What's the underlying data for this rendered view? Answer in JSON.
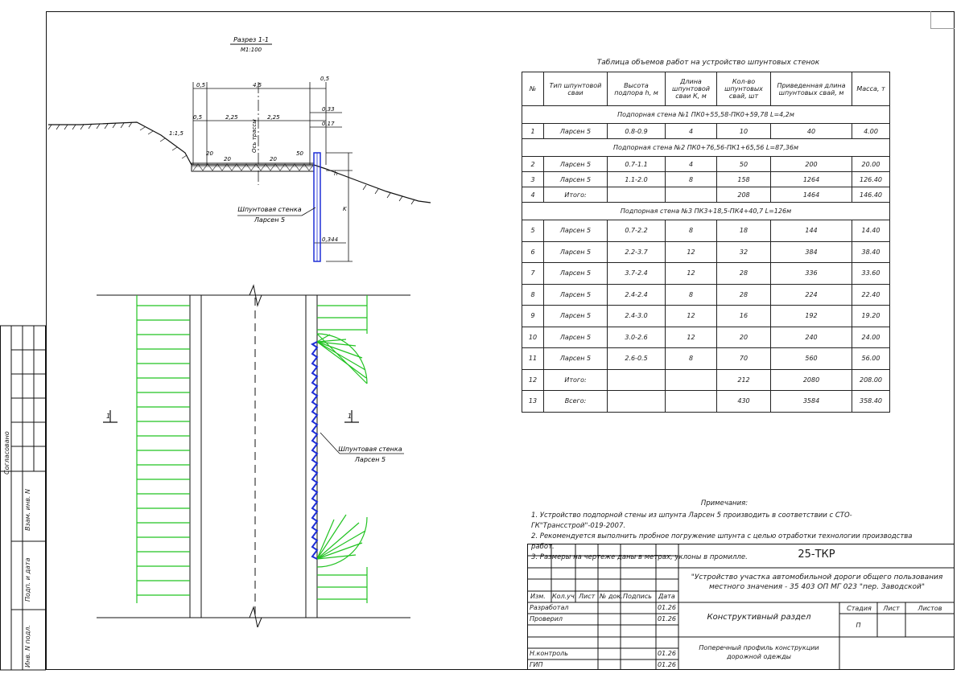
{
  "section": {
    "title": "Разрез 1-1",
    "scale": "М1:100",
    "dims": {
      "top_left": "0,5",
      "total": "4,5",
      "top_right": "0,5",
      "second_left": "0,5",
      "half_left": "2,25",
      "half_right": "2,25",
      "r1": "0,33",
      "r2": "0,17",
      "slope": "1:1,5",
      "s1": "20",
      "s2": "20",
      "s3": "20",
      "s4": "50",
      "h": "h",
      "k": "K",
      "tip": "0,344"
    },
    "axis_label": "Ось трассы",
    "wall_label_1": "Шпунтовая стенка",
    "wall_label_2": "Ларсен 5"
  },
  "plan": {
    "marker_left": "1",
    "marker_right": "1",
    "wall_label_1": "Шпунтовая стенка",
    "wall_label_2": "Ларсен 5"
  },
  "table": {
    "title": "Таблица объемов работ на устройство шпунтовых стенок",
    "headers": [
      "№",
      "Тип шпунтовой сваи",
      "Высота подпора h, м",
      "Длина шпунтовой сваи К, м",
      "Кол-во шпунтовых свай, шт",
      "Приведенная длина шпунтовых свай, м",
      "Масса, т"
    ],
    "groups": [
      {
        "caption": "Подпорная стена №1 ПК0+55,58-ПК0+59,78 L=4,2м",
        "rows": [
          [
            "1",
            "Ларсен 5",
            "0.8-0.9",
            "4",
            "10",
            "40",
            "4.00"
          ]
        ]
      },
      {
        "caption": "Подпорная стена №2 ПК0+76,56-ПК1+65,56 L=87,36м",
        "rows": [
          [
            "2",
            "Ларсен 5",
            "0.7-1.1",
            "4",
            "50",
            "200",
            "20.00"
          ],
          [
            "3",
            "Ларсен 5",
            "1.1-2.0",
            "8",
            "158",
            "1264",
            "126.40"
          ],
          [
            "4",
            "Итого:",
            "",
            "",
            "208",
            "1464",
            "146.40"
          ]
        ]
      },
      {
        "caption": "Подпорная стена №3 ПК3+18,5-ПК4+40,7 L=126м",
        "rows": [
          [
            "5",
            "Ларсен 5",
            "0.7-2.2",
            "8",
            "18",
            "144",
            "14.40"
          ],
          [
            "6",
            "Ларсен 5",
            "2.2-3.7",
            "12",
            "32",
            "384",
            "38.40"
          ],
          [
            "7",
            "Ларсен 5",
            "3.7-2.4",
            "12",
            "28",
            "336",
            "33.60"
          ],
          [
            "8",
            "Ларсен 5",
            "2.4-2.4",
            "8",
            "28",
            "224",
            "22.40"
          ],
          [
            "9",
            "Ларсен 5",
            "2.4-3.0",
            "12",
            "16",
            "192",
            "19.20"
          ],
          [
            "10",
            "Ларсен 5",
            "3.0-2.6",
            "12",
            "20",
            "240",
            "24.00"
          ],
          [
            "11",
            "Ларсен 5",
            "2.6-0.5",
            "8",
            "70",
            "560",
            "56.00"
          ],
          [
            "12",
            "Итого:",
            "",
            "",
            "212",
            "2080",
            "208.00"
          ],
          [
            "13",
            "Всего:",
            "",
            "",
            "430",
            "3584",
            "358.40"
          ]
        ]
      }
    ]
  },
  "notes": {
    "heading": "Примечания:",
    "items": [
      "1. Устройство подпорной стены из шпунта Ларсен 5 производить в соответствии с СТО-ГК\"Трансстрой\"-019-2007.",
      "2. Рекомендуется выполнить пробное погружение шпунта с целью отработки технологии производства работ.",
      "3. Размеры на чертеже даны в метрах, уклоны в промилле."
    ]
  },
  "stamp": {
    "code": "25-ТКР",
    "project": "\"Устройство участка автомобильной дороги общего пользования местного значения - 35 403 ОП МГ 023 \"пер. Заводской\"",
    "section_name": "Конструктивный раздел",
    "sheet_title": "Поперечный профиль конструкции дорожной одежды",
    "col_headers": [
      "Изм.",
      "Кол.уч.",
      "Лист",
      "№ док.",
      "Подпись",
      "Дата"
    ],
    "stage_label": "Стадия",
    "sheet_label": "Лист",
    "sheets_label": "Листов",
    "stage_value": "П",
    "roles": [
      {
        "role": "Разработал",
        "date": "01.26"
      },
      {
        "role": "Проверил",
        "date": "01.26"
      },
      {
        "role": "Н.контроль",
        "date": "01.26"
      },
      {
        "role": "ГИП",
        "date": "01.26"
      }
    ]
  },
  "side_strip": {
    "labels": [
      "Согласовано",
      "Взам. инв. N",
      "Подп. и дата",
      "Инв. N подл."
    ]
  },
  "colors": {
    "sheet_pile": "#1f2fd6",
    "road_lines": "#22c322",
    "ink": "#1a1a1a"
  }
}
